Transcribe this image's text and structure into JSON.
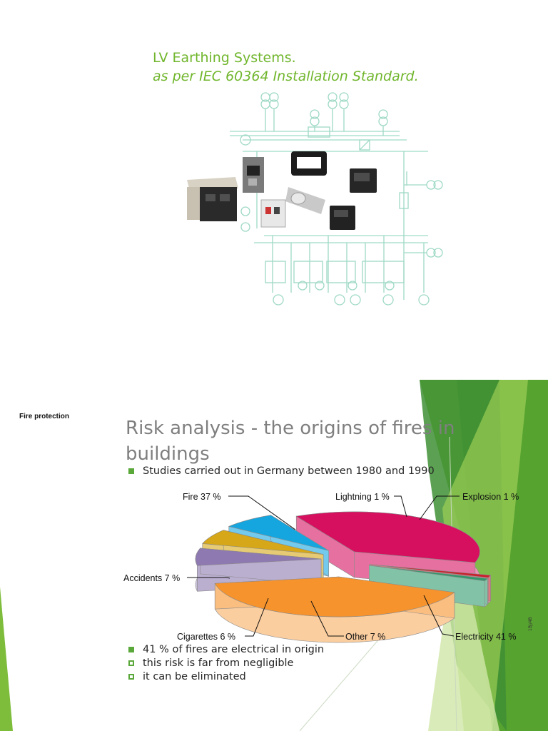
{
  "slide1": {
    "title_line1": "LV Earthing Systems.",
    "title_line2": "as per IEC 60364 Installation Standard.",
    "accent_color": "#70b62c",
    "diagram_color": "#9fd9c6"
  },
  "slide2": {
    "section_label": "Fire protection",
    "title": "Risk analysis - the origins of fires in buildings",
    "bullet_top": "Studies carried out in Germany between 1980 and 1990",
    "bullets_bottom": [
      "41 % of fires are electrical in origin",
      "this risk is far from negligible",
      "it can be eliminated"
    ],
    "side_code": "1BJ/4B",
    "accent_color": "#5aa83a"
  },
  "chart_data": {
    "type": "pie",
    "title": "",
    "slices": [
      {
        "label": "Fire 37 %",
        "value": 37,
        "color": "#d6105f"
      },
      {
        "label": "Lightning 1 %",
        "value": 1,
        "color": "#cc1f2b"
      },
      {
        "label": "Explosion 1 %",
        "value": 1,
        "color": "#2e9a6b"
      },
      {
        "label": "Electricity 41 %",
        "value": 41,
        "color": "#f7932c"
      },
      {
        "label": "Other 7 %",
        "value": 7,
        "color": "#8e79b0"
      },
      {
        "label": "Cigarettes 6 %",
        "value": 6,
        "color": "#d6a718"
      },
      {
        "label": "Accidents 7 %",
        "value": 7,
        "color": "#15a6e0"
      }
    ]
  }
}
